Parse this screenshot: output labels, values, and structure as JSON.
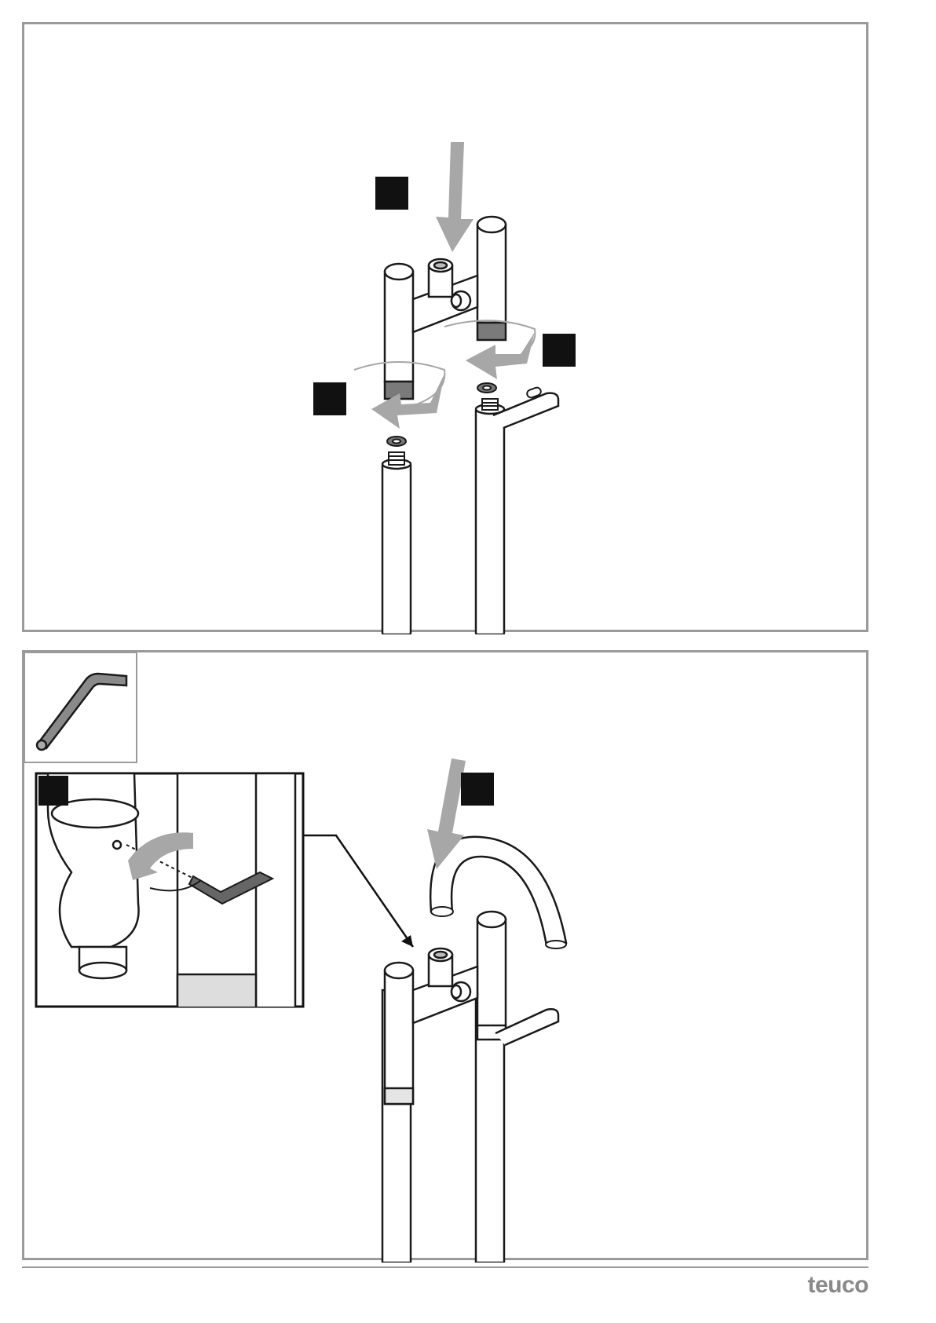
{
  "brand": {
    "name": "teuco",
    "color": "#8a8a8a"
  },
  "colors": {
    "frame": "#9b9b9b",
    "arrow": "#a7a7a7",
    "ink": "#1a1a1a",
    "marker": "#111111"
  },
  "icons": [
    "hex-key-icon",
    "step-marker-square",
    "install-arrow",
    "rotate-arrow"
  ]
}
